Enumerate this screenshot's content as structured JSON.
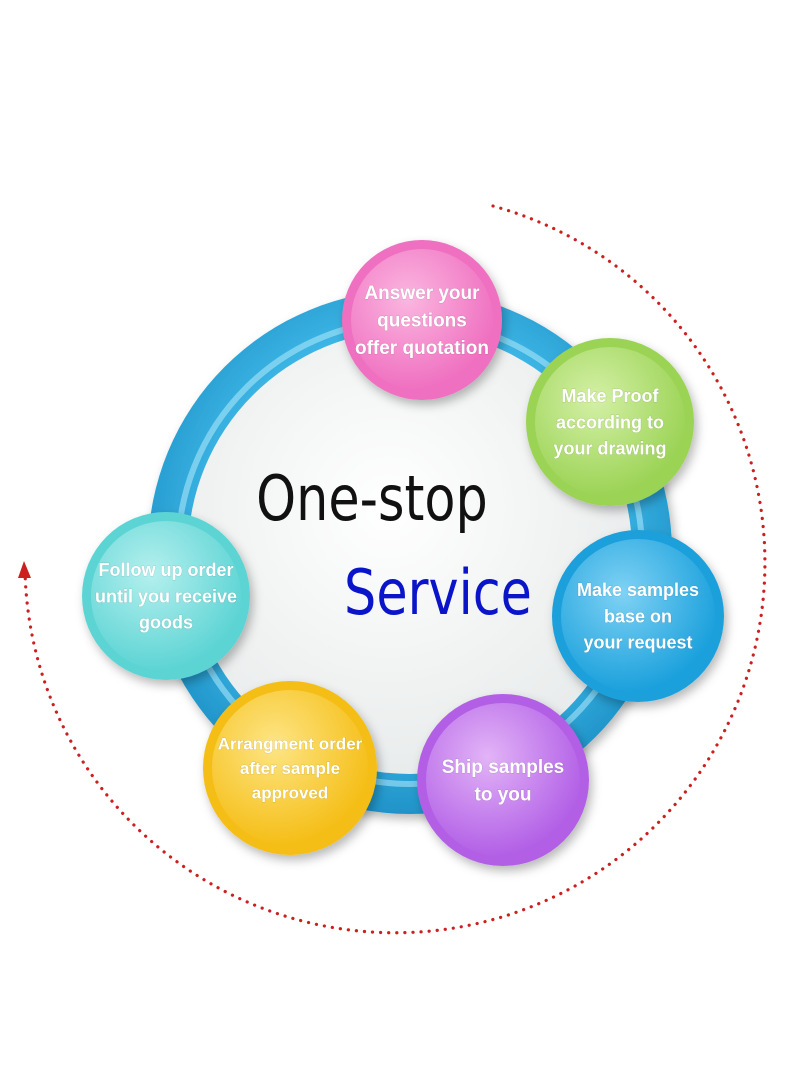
{
  "center": {
    "line1": "One-stop",
    "line2": "Service"
  },
  "colors": {
    "ring": "#2fa9dc",
    "ring_light": "#6fd0f2",
    "center_fill": "#f4f4f2",
    "title_black": "#111111",
    "title_blue": "#0a14c8",
    "arrow": "#cc1f1f"
  },
  "steps": [
    {
      "lines": [
        "Answer your",
        "questions",
        "offer quotation"
      ],
      "color": "#ef6fc0",
      "light": "#fbb6e0"
    },
    {
      "lines": [
        "Make Proof",
        "according to",
        "your drawing"
      ],
      "color": "#9bd355",
      "light": "#d4f0a6"
    },
    {
      "lines": [
        "Make samples",
        "base on",
        "your request"
      ],
      "color": "#1aa0dc",
      "light": "#7fd2f4"
    },
    {
      "lines": [
        "Ship samples",
        "to you"
      ],
      "color": "#b25fe6",
      "light": "#e2b4f7"
    },
    {
      "lines": [
        "Arrangment order",
        "after sample",
        "approved"
      ],
      "color": "#f5be16",
      "light": "#fde585"
    },
    {
      "lines": [
        "Follow up order",
        "until you receive",
        "goods"
      ],
      "color": "#5dd4d4",
      "light": "#b4f0ee"
    }
  ]
}
